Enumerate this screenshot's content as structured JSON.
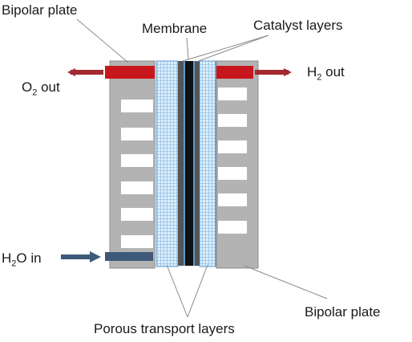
{
  "labels": {
    "bipolar_plate_left": "Bipolar plate",
    "membrane": "Membrane",
    "catalyst_layers": "Catalyst layers",
    "o2_out": {
      "pre": "O",
      "sub": "2",
      "post": " out"
    },
    "h2_out": {
      "pre": "H",
      "sub": "2",
      "post": " out"
    },
    "h2o_in": {
      "pre": "H",
      "sub": "2",
      "post": "O in"
    },
    "bipolar_plate_right": "Bipolar plate",
    "porous_transport_layers": "Porous transport layers"
  },
  "colors": {
    "plate_gray": "#b3b3b3",
    "plate_edge": "#8c8c8c",
    "channel_white": "#ffffff",
    "header_red": "#c8161d",
    "arrow_red": "#a32a30",
    "inlet_navy": "#3f5a78",
    "ptl_fill": "#dbeef9",
    "ptl_grid": "#5b9bd5",
    "membrane_black": "#111111",
    "catalyst_gray": "#555555",
    "leader_line": "#8a8a8a"
  }
}
